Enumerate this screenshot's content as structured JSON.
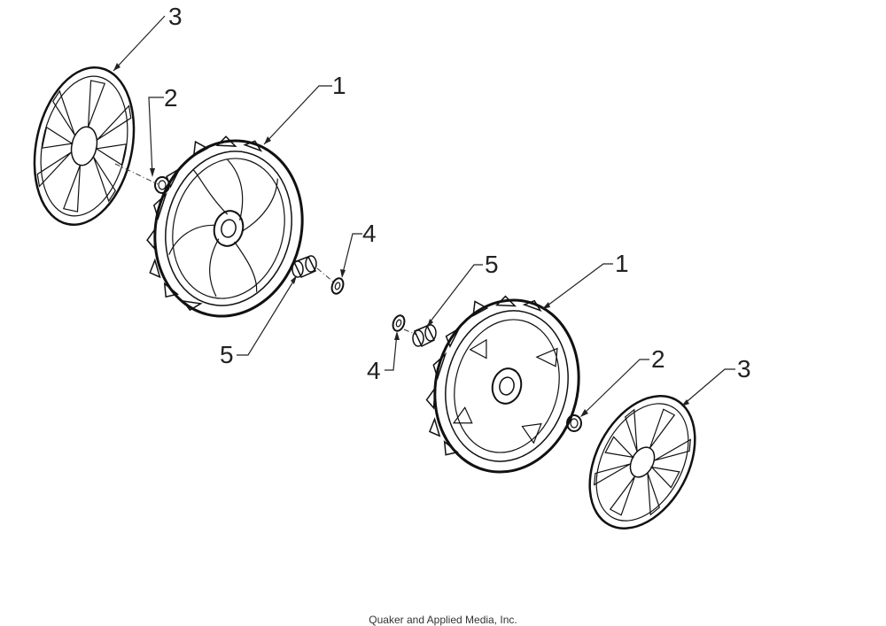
{
  "diagram": {
    "callouts": [
      {
        "label": "3"
      },
      {
        "label": "2"
      },
      {
        "label": "1"
      },
      {
        "label": "4"
      },
      {
        "label": "5"
      },
      {
        "label": "5"
      },
      {
        "label": "1"
      },
      {
        "label": "4"
      },
      {
        "label": "2"
      },
      {
        "label": "3"
      }
    ]
  },
  "footer": {
    "text": "Quaker and Applied Media, Inc."
  }
}
